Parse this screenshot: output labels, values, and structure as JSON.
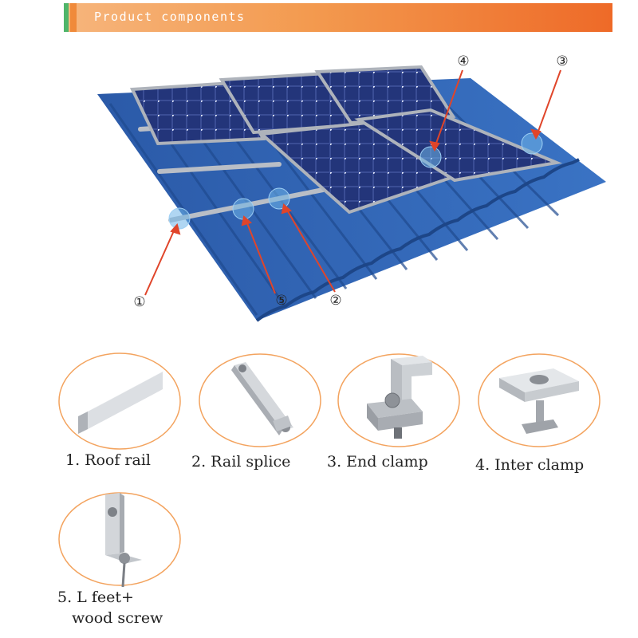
{
  "banner": {
    "title": "Product components"
  },
  "callouts": [
    {
      "label": "④"
    },
    {
      "label": "③"
    },
    {
      "label": "①"
    },
    {
      "label": "⑤"
    },
    {
      "label": "②"
    }
  ],
  "products": [
    {
      "caption": "1. Roof rail"
    },
    {
      "caption": "2.  Rail splice"
    },
    {
      "caption": "3.   End clamp"
    },
    {
      "caption": "4.   Inter clamp"
    },
    {
      "caption_line1": "5.  L feet+",
      "caption_line2": "wood screw"
    }
  ],
  "colors": {
    "roof": "#2f63b0",
    "panel": "#1d2c6a",
    "frame": "#a8adb4",
    "arrow": "#e0452a",
    "circle": "#f3a35e"
  }
}
